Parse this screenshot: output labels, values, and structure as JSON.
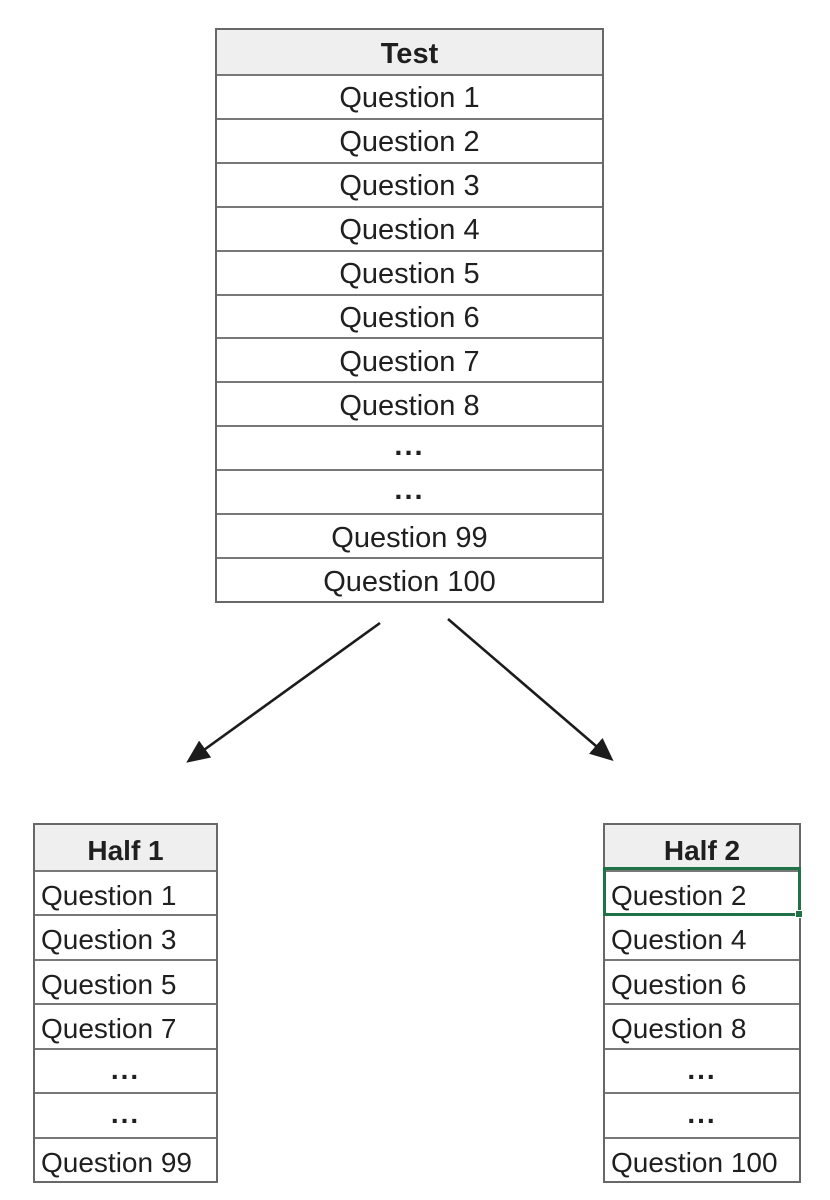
{
  "tables": {
    "test": {
      "title": "Test",
      "rows": [
        "Question 1",
        "Question 2",
        "Question 3",
        "Question 4",
        "Question 5",
        "Question 6",
        "Question 7",
        "Question 8",
        "...",
        "...",
        "Question 99",
        "Question 100"
      ]
    },
    "half1": {
      "title": "Half 1",
      "rows": [
        "Question 1",
        "Question 3",
        "Question 5",
        "Question 7",
        "...",
        "...",
        "Question 99"
      ]
    },
    "half2": {
      "title": "Half 2",
      "rows": [
        "Question 2",
        "Question 4",
        "Question 6",
        "Question 8",
        "...",
        "...",
        "Question 100"
      ],
      "selected_cell": "Question 2"
    }
  },
  "colors": {
    "header_bg": "#efefef",
    "grid_border": "#686868",
    "text": "#1f1f1f",
    "selection_green": "#1f7246",
    "arrow": "#1c1c1c",
    "background": "#ffffff"
  }
}
